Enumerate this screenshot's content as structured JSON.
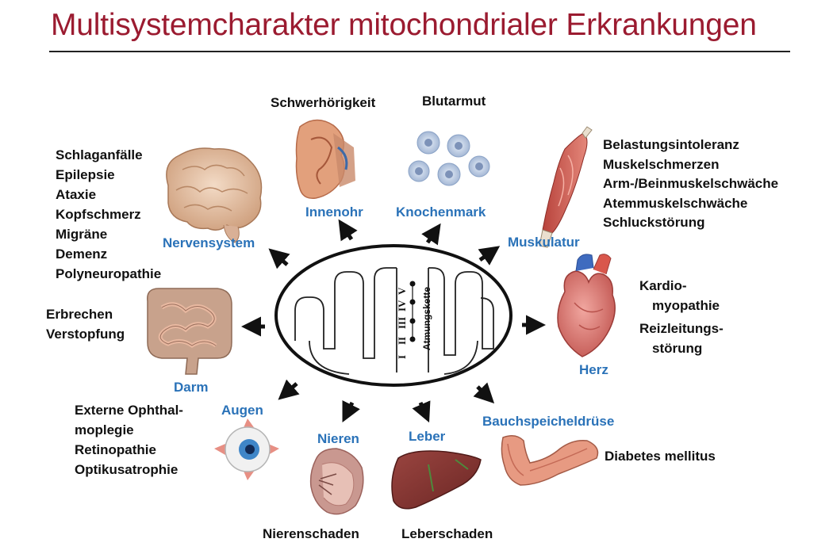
{
  "title": "Multisystemcharakter mitochondrialer Erkrankungen",
  "mitochondrion": {
    "complexes": [
      "I",
      "II",
      "III",
      "IV",
      "V"
    ],
    "label": "Atmungskette"
  },
  "organs": {
    "innenohr": "Innenohr",
    "knochenmark": "Knochenmark",
    "muskulatur": "Muskulatur",
    "nervensystem": "Nervensystem",
    "herz": "Herz",
    "darm": "Darm",
    "augen": "Augen",
    "nieren": "Nieren",
    "leber": "Leber",
    "bauchspeicheldruese": "Bauchspeicheldrüse"
  },
  "symptoms": {
    "innenohr": [
      "Schwerhörigkeit"
    ],
    "knochenmark": [
      "Blutarmut"
    ],
    "muskulatur": [
      "Belastungsintoleranz",
      "Muskelschmerzen",
      "Arm-/Beinmuskelschwäche",
      "Atemmuskelschwäche",
      "Schluckstörung"
    ],
    "nervensystem": [
      "Schlaganfälle",
      "Epilepsie",
      "Ataxie",
      "Kopfschmerz",
      "Migräne",
      "Demenz",
      "Polyneuropathie"
    ],
    "herz": [
      "Kardio-",
      "myopathie",
      "Reizleitungs-",
      "störung"
    ],
    "darm": [
      "Erbrechen",
      "Verstopfung"
    ],
    "augen": [
      "Externe Ophthal-",
      "moplegie",
      "Retinopathie",
      "Optikusatrophie"
    ],
    "nieren": [
      "Nierenschaden"
    ],
    "leber": [
      "Leberschaden"
    ],
    "bauchspeicheldruese": [
      "Diabetes mellitus"
    ]
  },
  "colors": {
    "title": "#9b1b30",
    "organ_label": "#2a72b8",
    "text": "#111111"
  },
  "icons": [
    "mitochondrion-icon",
    "ear-icon",
    "blood-cells-icon",
    "muscle-icon",
    "brain-icon",
    "heart-icon",
    "intestine-icon",
    "eye-icon",
    "kidney-icon",
    "liver-icon",
    "pancreas-icon"
  ]
}
